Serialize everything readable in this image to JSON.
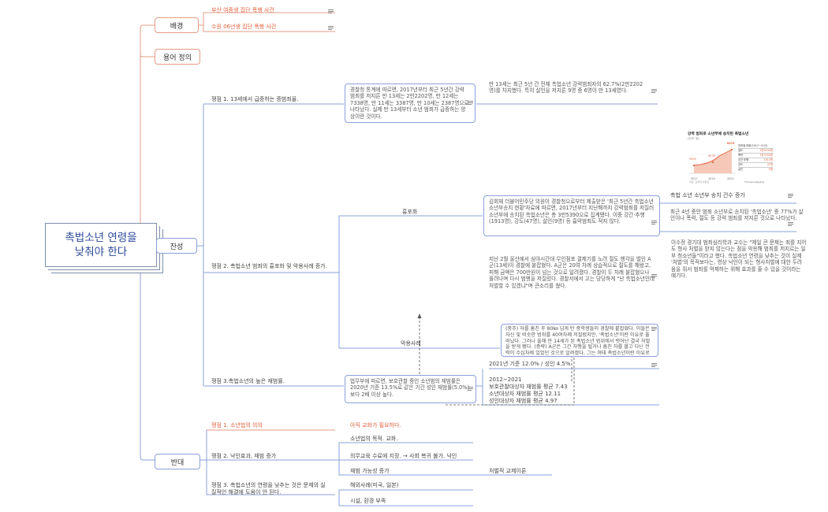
{
  "root": {
    "line1": "촉법소년 연령을",
    "line2": "낮춰야 한다"
  },
  "background": {
    "label": "배경",
    "items": [
      "부산 여중생 집단 폭행 사건",
      "수원 06년생 집단 폭행 사건"
    ]
  },
  "terms": {
    "label": "용어 정의"
  },
  "pro": {
    "label": "찬성",
    "issue1": {
      "title": "쟁점 1. 13세에서 급증하는 증범죄율.",
      "detail": "경찰청 통계에 따르면, 2017년부터 최근 5년간 강력 범죄를 저지른 만 13세는 2만2202명, 만 12세는 7338명, 만 11세는 3387명, 만 10세는 2387명으로 나타났다. 실제 만 13세부터 소년 범죄가 급증하는 양상이란 것이다.",
      "note": "만 13세는 최근 5년 간 전체 촉법소년 강력범죄자의 62.7%(2만2202명)를 차지했다. 특히 살인을 저지른 9명 중 6명이 만 13세였다."
    },
    "issue2": {
      "title": "쟁점 2. 촉법소년 범죄의 흉포화 및 악용사례 증가.",
      "sub1": {
        "label": "흉포화",
        "detail": "김회재 더불어민주당 의원이 경찰청으로부터 제출받은 '최근 5년간 촉법소년 소년부송치 현황'자료에 따르면, 2017년부터 지난해까지 강력범죄를 저질러 소년부에 송치된 촉법소년은 총 3만5390으로 집계됐다. 이중 강간·추행(1913명), 강도(47명), 살인(9명) 등 흉악범죄도 적지 않다.",
        "stat_title": "촉법 소년 소년부 송치 건수 증가",
        "stat_detail": "최근 4년 중안 범죄 소년부로 송치된 '촉법소년' 중 77%가 살인이나 폭력, 절도 등 강력 범죄를 저지른 것으로 나타났다.",
        "figure": {
          "title": "강력 범죄로 소년부에 송치된 촉법소년",
          "subtitle": "(단위: 명)",
          "legend_title": "범죄별 현황(2017~21년)",
          "rows": [
            [
              "절도",
              "1만9194명"
            ],
            [
              "폭력",
              "1만3355명"
            ],
            [
              "강간·추행",
              "1913명"
            ],
            [
              "강도",
              "47명"
            ],
            [
              "살인",
              "9명"
            ]
          ],
          "years": [
            "2017",
            "2019",
            "2021"
          ],
          "values": [
            "5909",
            "6978",
            "8474"
          ],
          "source": "자료: 김회재 의원실",
          "brand": "The Kyunghyang"
        }
      },
      "sub2": {
        "label": "악용사례",
        "detail1": "지난 2월 울산에서 심야시간대 무인점포 결제기를 노려 절도 행각을 벌인 A군(13세)이 경찰에 붙잡혔다. A군은 20여 차례 상습적으로 절도를 해왔고, 피해 금액은 700만원이 넘는 것으로 알려졌다. 경찰이 두 차례 붙잡혔으나 풀려나며 다시 범행을 저질렀다. 경찰서에서 고는 당당하게 \"난 촉법소년인데 처벌할 수 있겠냐\"며 큰소리를 쳤다.",
        "detail2": "(중주) 자를 훔친 후 80㎞ 넘게 탄 중학생들이 경찰에 붙잡혔다. 이들은 자신 및 비슷한 범죄를 40여차례 저질렀지만, '촉법소년'이란 이유로 풀려났다. 그러나 올해 만 14세가 된 촉법소년 범위에서 벗어난 결국 처벌을 받게 됐다. (중략) A군은 그간 자행을 털거나 훔친 차를 몰고 다닌 전력이 수십차례 있었던 것으로 알려졌다. 그는 여태 촉법소년이란 이유로 번번이 풀려났다. 이후 비슷한 범행을 지속했다.",
        "side_note": "이수정 경기대 범죄심리학과 교수는 \"제일 큰 문제는 죄를 지어도 형사 처벌을 받지 않는다는 점을 악용해 범죄를 저지르는 일부 청소년들\"이라고 했다. 촉법소년 연령을 낮추는 것이 실제 '처벌'의 목적보다는, 영상 낙인이 되는 형사처벌에 대한 두려움을 줘서 범죄를 억제하는 위해 효과를 줄 수 있을 것이라는 얘기다."
      }
    },
    "issue3": {
      "title": "쟁점 3.촉법소년의 높은 재범률.",
      "detail": "법무부에 따르면, 보호관찰 중인 소년범의 재범률은 2020년 기준 13.5%로 같은 기간 성인 재범률(5.0%)보다 2배 이상 높다.",
      "note1": "2021년 기준 12.0% / 성인 4.5%",
      "note2_title": "2012~2021",
      "note2_line1": "보호관찰대상자 재범률 평균 7.43",
      "note2_line2": "소년대상자 재범률 평균 12.11",
      "note2_line3": "성인대상자 재범률 평균 4.97"
    }
  },
  "con": {
    "label": "반대",
    "issue1": {
      "title": "쟁점 1. 소년법의 의의",
      "detail": "아직 교화가 필요하다."
    },
    "issue2": {
      "title": "쟁점 2. 낙인효과, 재범 증가",
      "items": [
        "소년법의 목적. 교화.",
        "의무교육 수료에 지장. → 사회 복귀 불가. 낙인",
        "재범 가능성 증가"
      ],
      "tail": "처벌적 교제이론"
    },
    "issue3": {
      "title": "쟁점 3. 촉법소년의 연령을 낮추는 것은 문제의 실질적인 해결에 도움이 안 된다.",
      "items": [
        "해외사례(미국, 일본)",
        "시설, 환경 부족"
      ]
    }
  }
}
